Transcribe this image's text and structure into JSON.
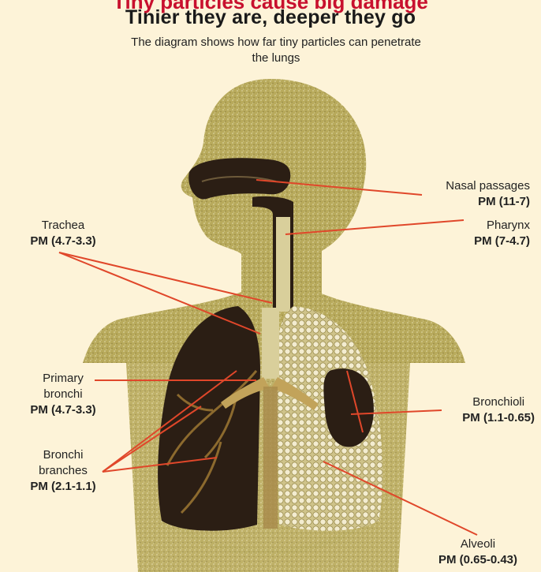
{
  "banner": {
    "text": "Tiny particles cause big damage"
  },
  "title": "Tinier they are, deeper they go",
  "subtitle": "The diagram shows how far tiny particles can penetrate the lungs",
  "labels": {
    "nasal": {
      "name": "Nasal passages",
      "pm": "PM (11-7)"
    },
    "pharynx": {
      "name": "Pharynx",
      "pm": "PM (7-4.7)"
    },
    "trachea": {
      "name": "Trachea",
      "pm": "PM (4.7-3.3)"
    },
    "primary": {
      "name1": "Primary",
      "name2": "bronchi",
      "pm": "PM (4.7-3.3)"
    },
    "bronchioli": {
      "name": "Bronchioli",
      "pm": "PM (1.1-0.65)"
    },
    "branches": {
      "name1": "Bronchi",
      "name2": "branches",
      "pm": "PM (2.1-1.1)"
    },
    "alveoli": {
      "name": "Alveoli",
      "pm": "PM (0.65-0.43)"
    }
  },
  "colors": {
    "background": "#fdf3d8",
    "body_fill": "#b5a75a",
    "lung_dark": "#2b1e14",
    "pointer": "#e0472a",
    "banner": "#c8102e"
  }
}
